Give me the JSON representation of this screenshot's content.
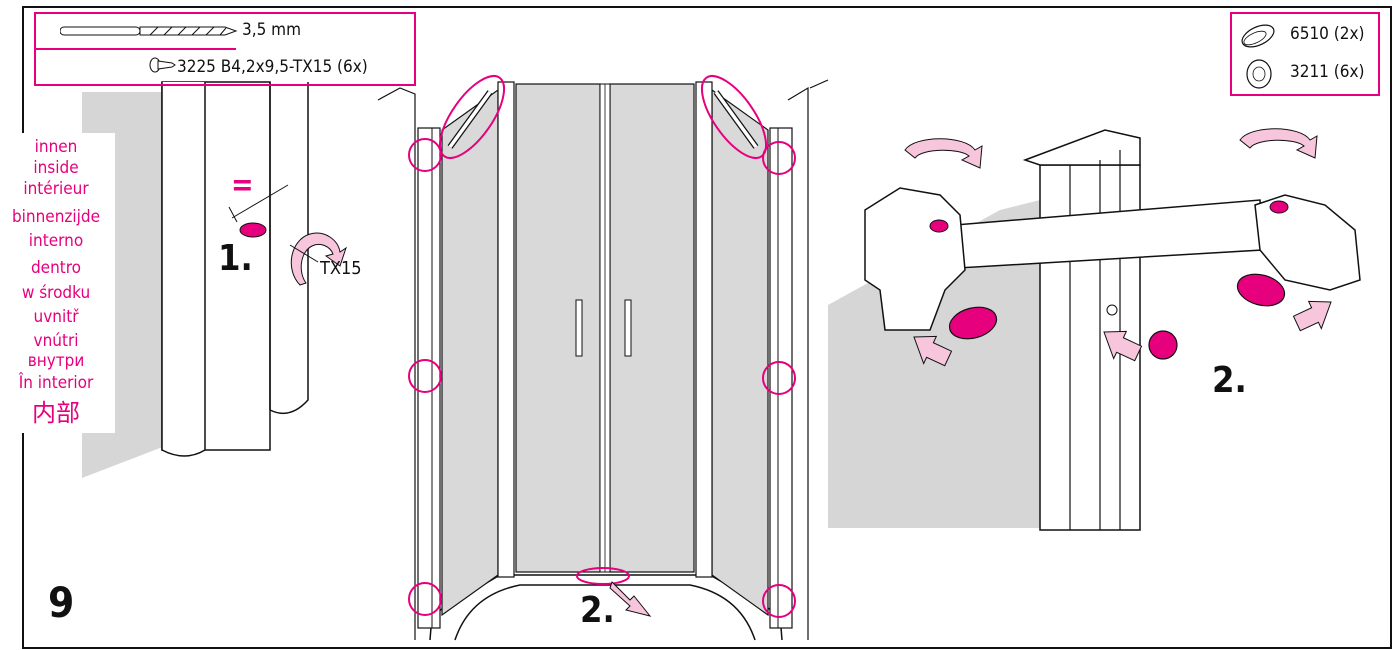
{
  "step_number": "9",
  "tools": {
    "drill_size": "3,5 mm",
    "screw_spec": "3225 B4,2x9,5-TX15 (6x)"
  },
  "parts": {
    "cap_oval": "6510 (2x)",
    "cap_round": "3211 (6x)"
  },
  "inside_labels": [
    "innen",
    "inside",
    "intérieur",
    "binnenzijde",
    "interno",
    "dentro",
    "w środku",
    "uvnitř",
    "vnútri",
    "внутри",
    "În interior",
    "内部"
  ],
  "steps": {
    "step1": "1.",
    "step2_center": "2.",
    "step2_right": "2.",
    "torx": "TX15",
    "equal": "="
  },
  "colors": {
    "accent": "#e6007e",
    "glass": "#d9d9d9",
    "arrow_fill": "#f7c6dc"
  }
}
